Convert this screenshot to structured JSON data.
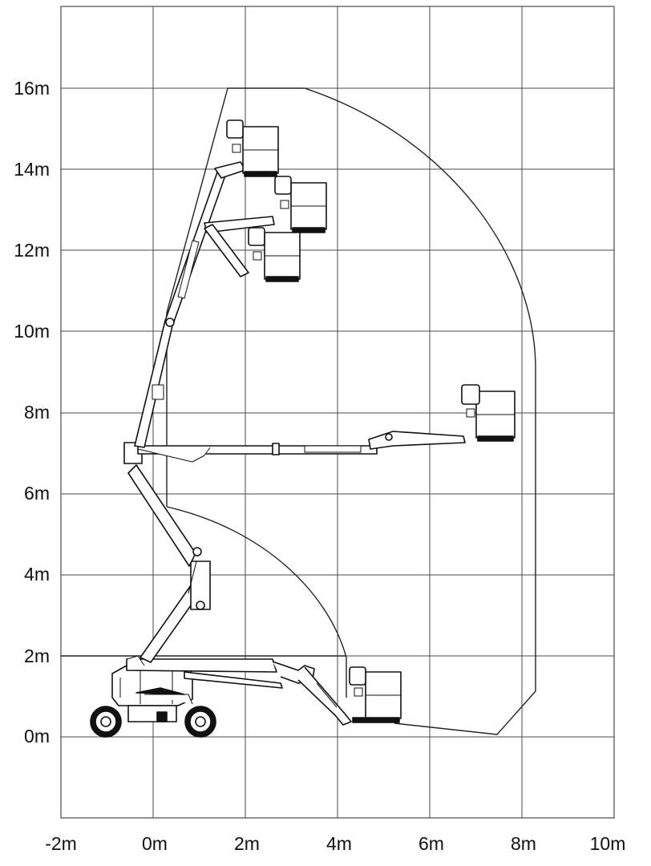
{
  "axes": {
    "x_ticks": [
      "-2m",
      "0m",
      "2m",
      "4m",
      "6m",
      "8m",
      "10m"
    ],
    "y_ticks": [
      "0m",
      "2m",
      "4m",
      "6m",
      "8m",
      "10m",
      "12m",
      "14m",
      "16m"
    ]
  },
  "grid": true,
  "components": [
    "chassis",
    "wheels",
    "lower-boom",
    "riser-boom",
    "telescopic-boom",
    "jib",
    "platform-basket",
    "working-envelope"
  ]
}
